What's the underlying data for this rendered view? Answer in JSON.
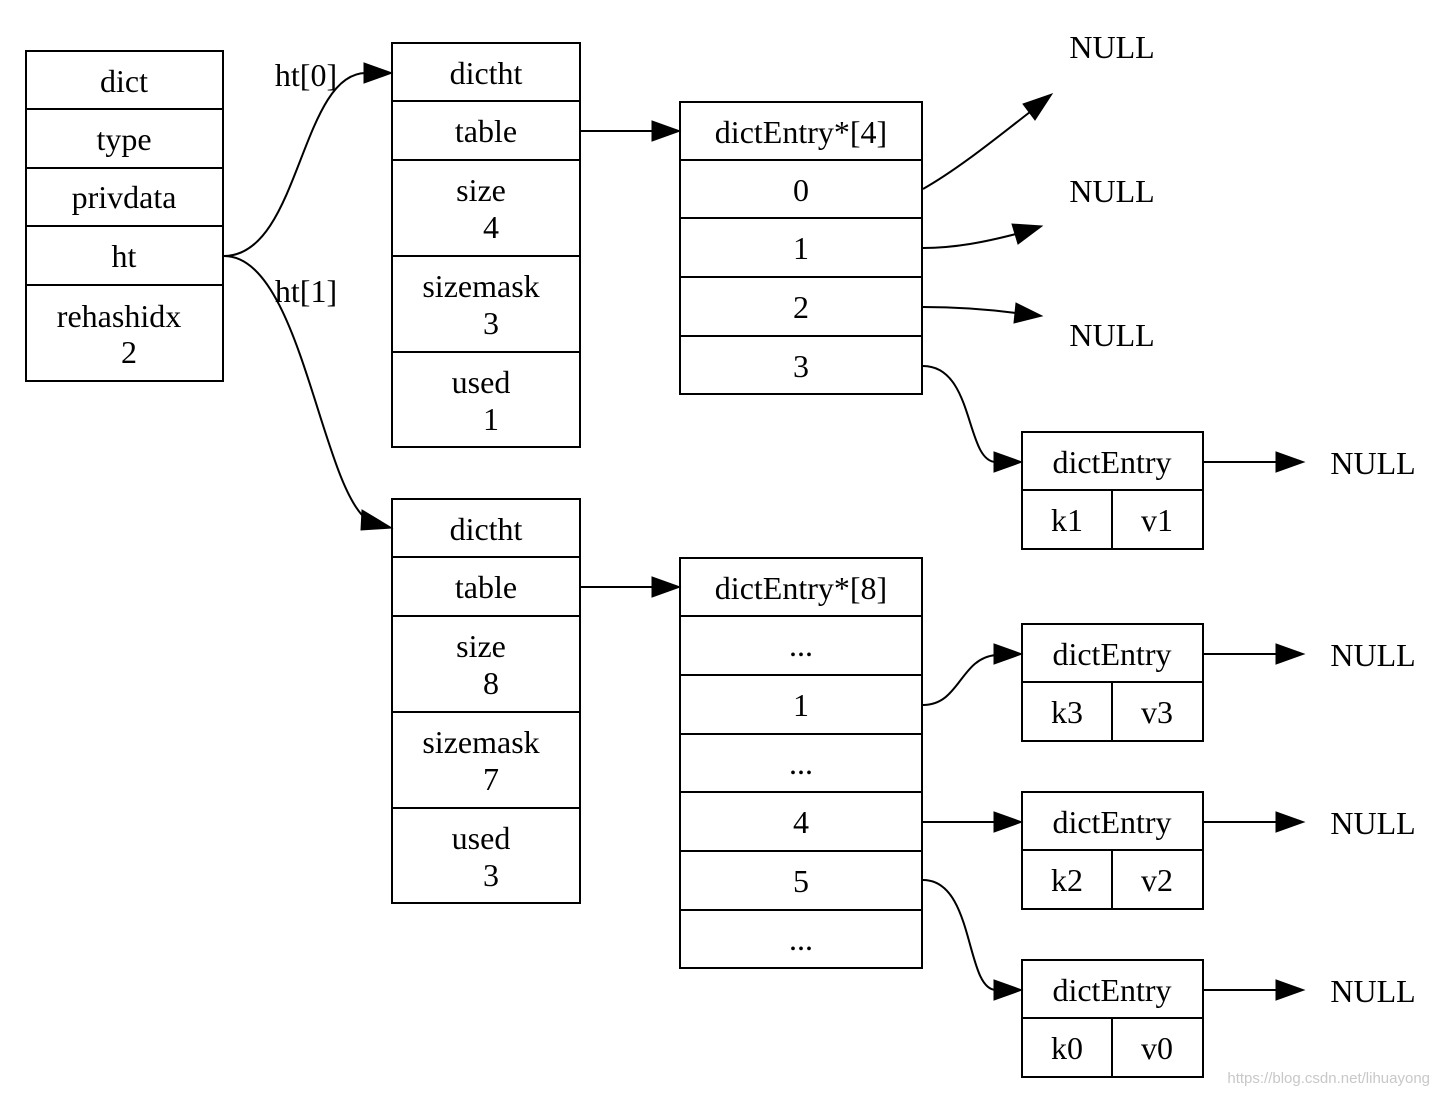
{
  "dict": {
    "title": "dict",
    "fields": [
      "type",
      "privdata",
      "ht"
    ],
    "rehashidx_label": "rehashidx",
    "rehashidx_value": "2"
  },
  "edge_labels": {
    "ht0": "ht[0]",
    "ht1": "ht[1]"
  },
  "dictht0": {
    "title": "dictht",
    "table": "table",
    "size_label": "size",
    "size_value": "4",
    "sizemask_label": "sizemask",
    "sizemask_value": "3",
    "used_label": "used",
    "used_value": "1"
  },
  "dictht1": {
    "title": "dictht",
    "table": "table",
    "size_label": "size",
    "size_value": "8",
    "sizemask_label": "sizemask",
    "sizemask_value": "7",
    "used_label": "used",
    "used_value": "3"
  },
  "array0": {
    "title": "dictEntry*[4]",
    "slots": [
      "0",
      "1",
      "2",
      "3"
    ]
  },
  "array1": {
    "title": "dictEntry*[8]",
    "slots": [
      "...",
      "1",
      "...",
      "4",
      "5",
      "..."
    ]
  },
  "entries": [
    {
      "title": "dictEntry",
      "key": "k1",
      "value": "v1"
    },
    {
      "title": "dictEntry",
      "key": "k3",
      "value": "v3"
    },
    {
      "title": "dictEntry",
      "key": "k2",
      "value": "v2"
    },
    {
      "title": "dictEntry",
      "key": "k0",
      "value": "v0"
    }
  ],
  "null_label": "NULL",
  "watermark": "https://blog.csdn.net/lihuayong"
}
